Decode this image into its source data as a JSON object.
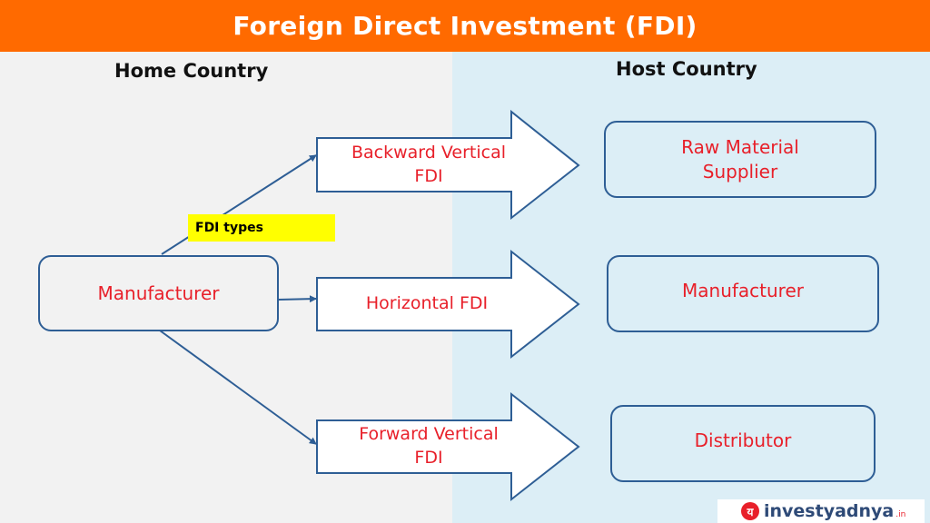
{
  "title": "Foreign Direct Investment (FDI)",
  "home_country": "Home Country",
  "host_country": "Host Country",
  "source": {
    "label": "Manufacturer"
  },
  "fdi_types_tag": "FDI types",
  "arrows": [
    {
      "line1": "Backward Vertical",
      "line2": "FDI"
    },
    {
      "line1": "Horizontal FDI",
      "line2": ""
    },
    {
      "line1": "Forward Vertical",
      "line2": "FDI"
    }
  ],
  "targets": [
    {
      "line1": "Raw Material",
      "line2": "Supplier"
    },
    {
      "line1": "Manufacturer",
      "line2": ""
    },
    {
      "line1": "Distributor",
      "line2": ""
    }
  ],
  "logo": {
    "mark": "य",
    "text": "investyadnya",
    "tld": ".in"
  },
  "colors": {
    "title_bar": "#FF6A00",
    "home_bg": "#F2F2F2",
    "host_bg": "#DCEEF6",
    "box_border": "#2E5E95",
    "label_text": "#E8202A",
    "tag_bg": "#FFFF00"
  }
}
